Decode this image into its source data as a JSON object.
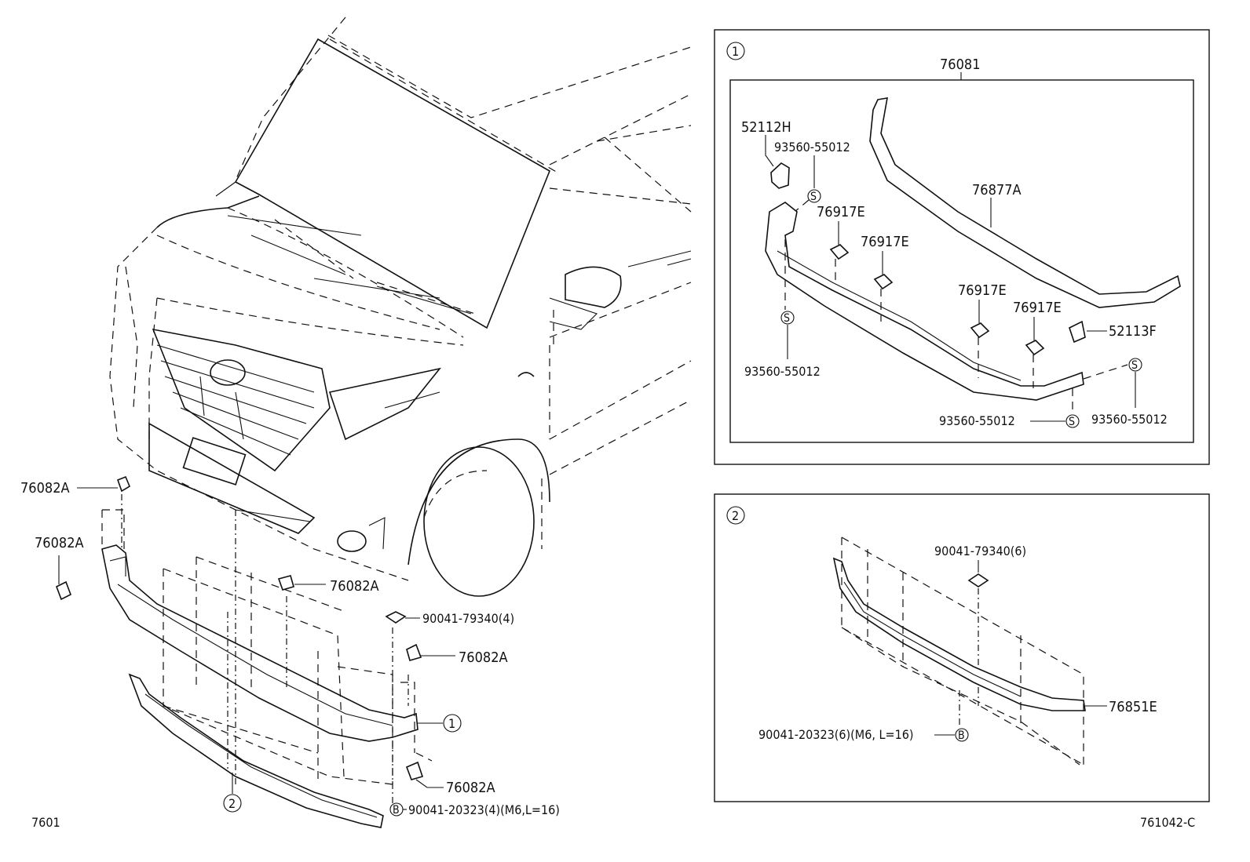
{
  "main_view": {
    "labels": {
      "clip_upper": "76082A",
      "clip_left": "76082A",
      "clip_center": "76082A",
      "clip_right_upper": "76082A",
      "clip_right_lower": "76082A",
      "nut": "90041-79340(4)",
      "bolt": "90041-20323(4)(M6,L=16)",
      "callout_1": "1",
      "callout_2": "2",
      "bolt_symbol": "B"
    }
  },
  "detail_1": {
    "callout": "1",
    "labels": {
      "assembly": "76081",
      "bracket_left": "52112H",
      "screw_top": "93560-55012",
      "screw_left": "93560-55012",
      "screw_bottom": "93560-55012",
      "screw_right": "93560-55012",
      "moulding": "76877A",
      "clip_1": "76917E",
      "clip_2": "76917E",
      "clip_3": "76917E",
      "clip_4": "76917E",
      "bracket_right": "52113F",
      "screw_symbol": "S"
    }
  },
  "detail_2": {
    "callout": "2",
    "labels": {
      "nut": "90041-79340(6)",
      "spoiler": "76851E",
      "bolt": "90041-20323(6)(M6, L=16)",
      "bolt_symbol": "B"
    }
  },
  "footer": {
    "page_ref": "7601",
    "figure_id": "761042-C"
  }
}
